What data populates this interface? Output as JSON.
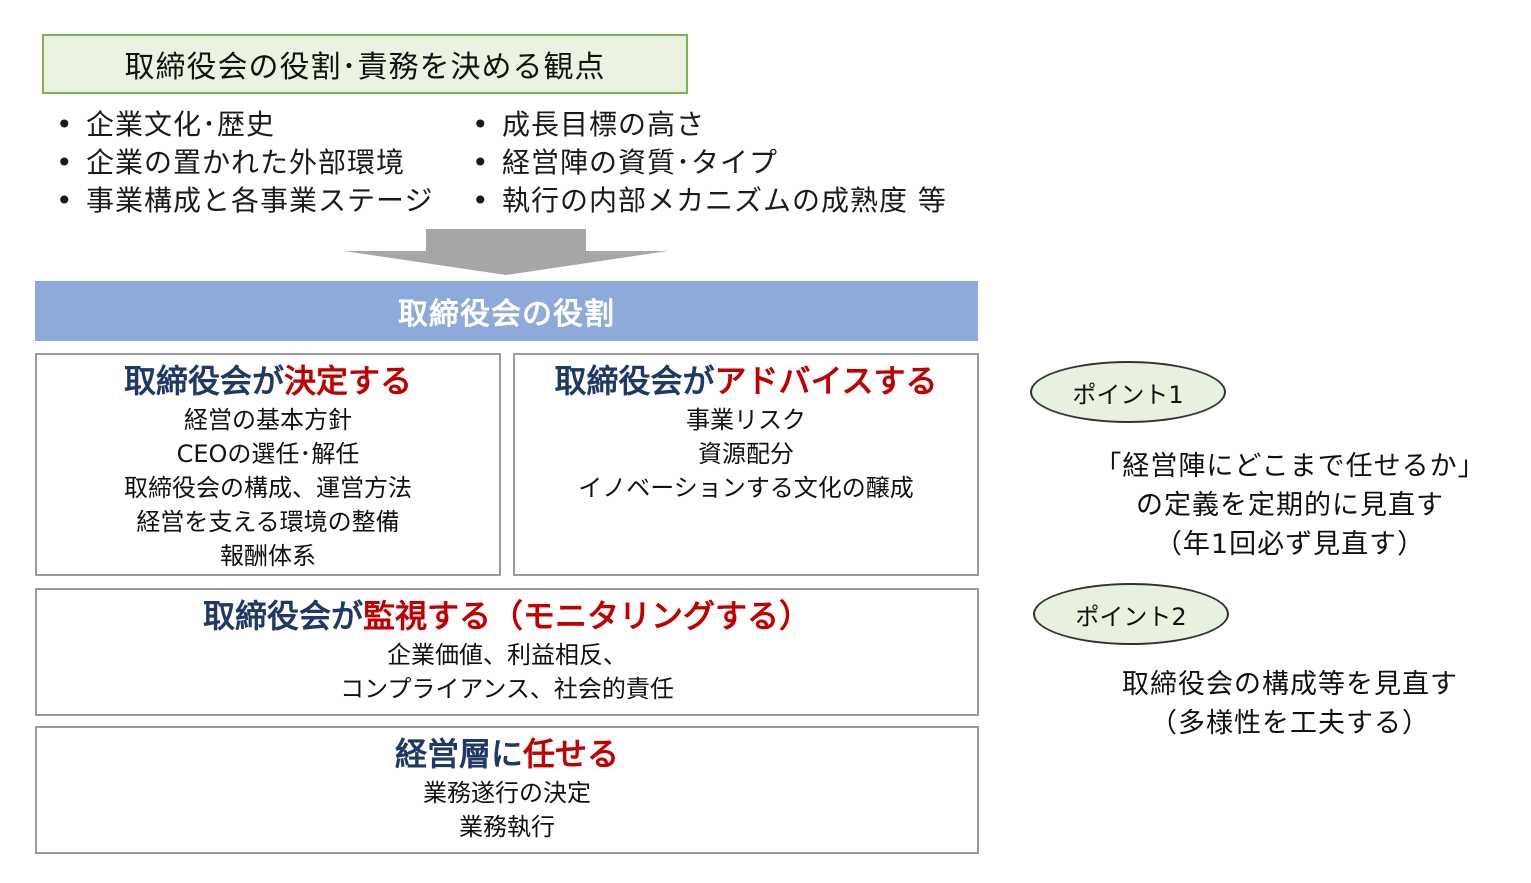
{
  "header": {
    "title": "取締役会の役割･責務を決める観点"
  },
  "perspectives": {
    "left": [
      "企業文化･歴史",
      "企業の置かれた外部環境",
      "事業構成と各事業ステージ"
    ],
    "right": [
      "成長目標の高さ",
      "経営陣の資質･タイプ",
      "執行の内部メカニズムの成熟度 等"
    ]
  },
  "role_banner": "取締役会の役割",
  "boxes": {
    "decide": {
      "title_prefix": "取締役会が",
      "title_accent": "決定する",
      "lines": [
        "経営の基本方針",
        "CEOの選任･解任",
        "取締役会の構成、運営方法",
        "経営を支える環境の整備",
        "報酬体系"
      ]
    },
    "advise": {
      "title_prefix": "取締役会が",
      "title_accent": "アドバイスする",
      "lines": [
        "事業リスク",
        "資源配分",
        "イノベーションする文化の醸成"
      ]
    },
    "monitor": {
      "title_prefix": "取締役会が",
      "title_accent": "監視する（モニタリングする）",
      "lines": [
        "企業価値、利益相反、",
        "コンプライアンス、社会的責任"
      ]
    },
    "delegate": {
      "title_prefix": "経営層に",
      "title_accent": "任せる",
      "lines": [
        "業務遂行の決定",
        "業務執行"
      ]
    }
  },
  "points": {
    "point1": {
      "label": "ポイント1",
      "lines": [
        "「経営陣にどこまで任せるか」",
        "の定義を定期的に見直す",
        "（年1回必ず見直す）"
      ]
    },
    "point2": {
      "label": "ポイント2",
      "lines": [
        "取締役会の構成等を見直す",
        "（多様性を工夫する）"
      ]
    }
  },
  "colors": {
    "header_fill": "#eaf3e2",
    "header_border": "#7fb05a",
    "banner": "#8eaadb",
    "title_navy": "#1f3864",
    "accent_red": "#c00000",
    "arrow": "#a6a6a6",
    "point_fill": "#e8f1df"
  }
}
